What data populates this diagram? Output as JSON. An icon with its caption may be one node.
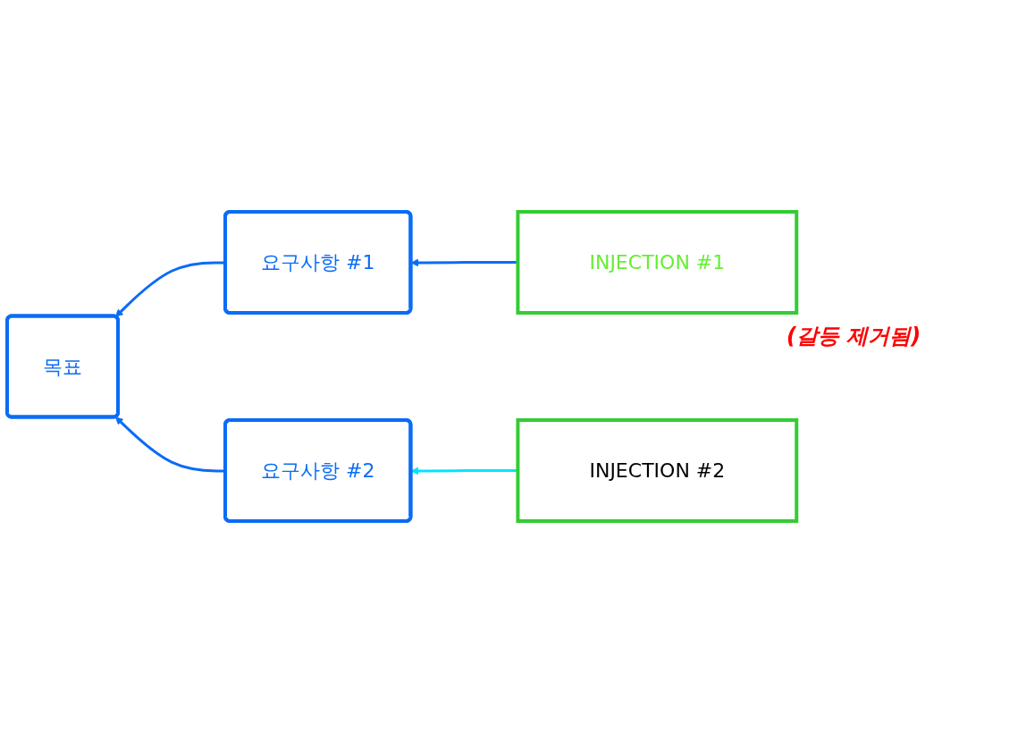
{
  "diagram": {
    "nodes": [
      {
        "text": [
          "요구사항 #1"
        ]
      },
      {
        "text": [
          "INJECTION #1"
        ]
      },
      {
        "text": [
          "목표"
        ]
      },
      {
        "text": [
          "요구사항 #2"
        ]
      },
      {
        "text": [
          "INJECTION #2"
        ]
      }
    ],
    "edges": [
      {
        "from": 1,
        "to": 0,
        "arrow": "to"
      },
      {
        "from": 0,
        "to": 2,
        "arrow": "to"
      },
      {
        "from": 3,
        "to": 2,
        "arrow": "to"
      },
      {
        "from": 4,
        "to": 3,
        "arrow": "to",
        "color": "#00e5ff"
      }
    ],
    "labels": [
      "(갈등 제거됨)"
    ]
  }
}
